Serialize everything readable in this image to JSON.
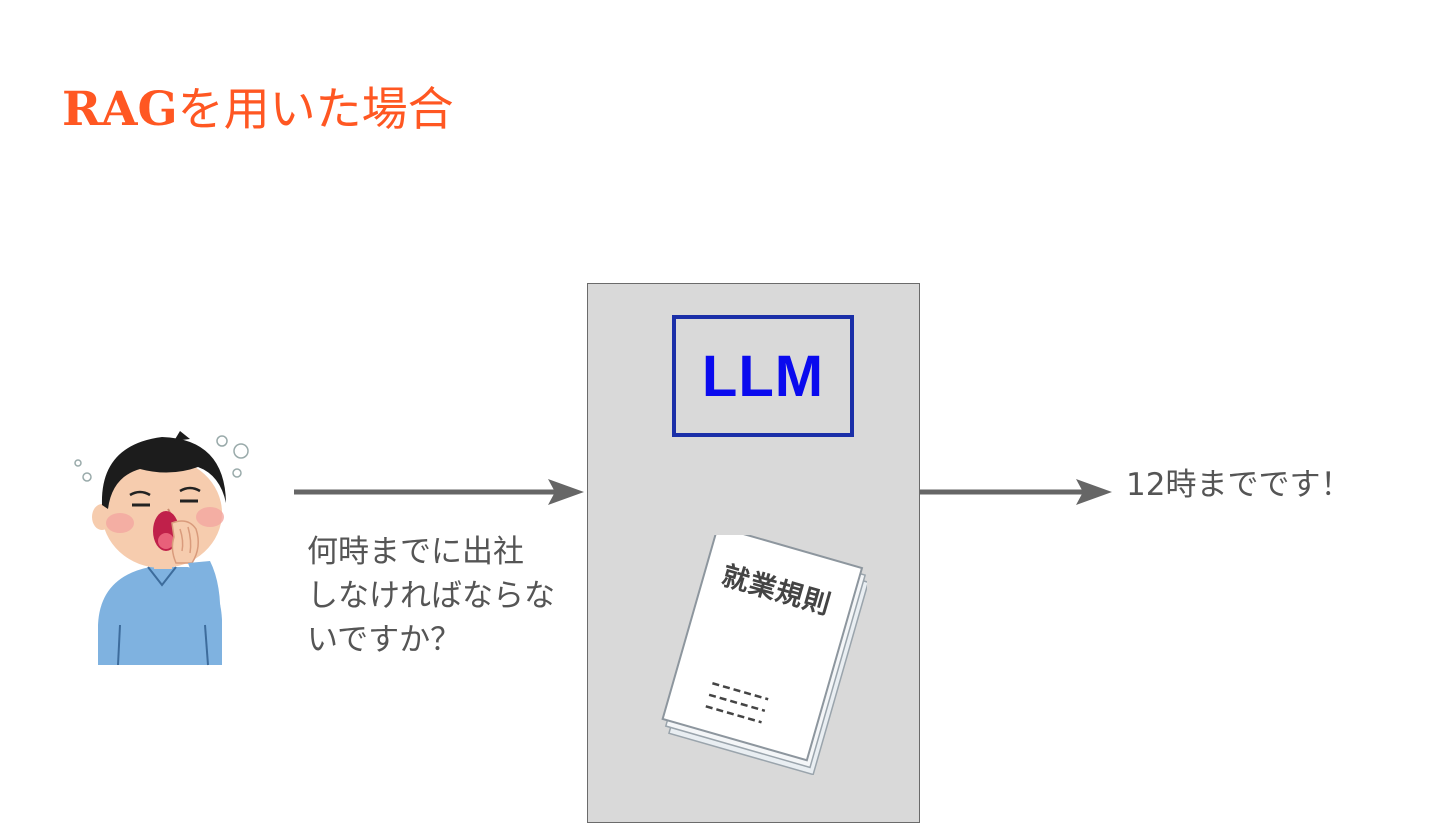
{
  "title": {
    "strong": "RAG",
    "rest": "を用いた場合"
  },
  "user": {
    "question": "何時までに出社\nしなければならな\nいですか？"
  },
  "system": {
    "llm_label": "LLM",
    "document_title": "就業規則"
  },
  "response": {
    "answer": "12時までです！"
  },
  "colors": {
    "title": "#ff5722",
    "llm_border": "#1a2fa8",
    "llm_text": "#0a0aee",
    "arrow": "#666666",
    "system_box": "#d9d9d9"
  },
  "icons": {
    "person": "yawning-person-icon",
    "document": "rulebook-document-icon"
  }
}
